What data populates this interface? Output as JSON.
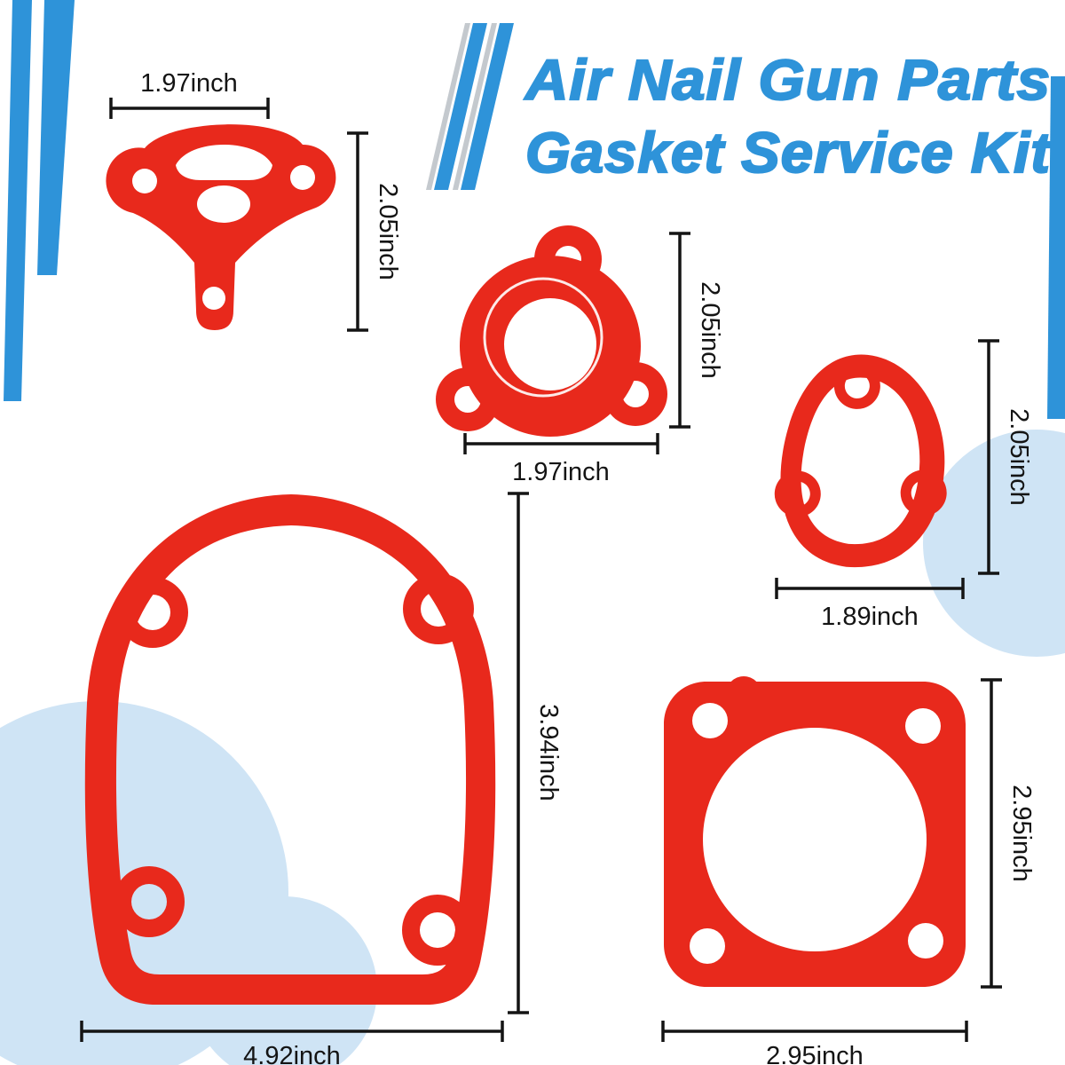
{
  "title": {
    "line1": "Air Nail Gun Parts",
    "line2": "Gasket Service Kit"
  },
  "colors": {
    "brand_blue": "#2E93D9",
    "stripe_shadow": "#C4C9CE",
    "gasket_red": "#E8291C",
    "light_blue": "#CFE4F5",
    "dimension_black": "#141414"
  },
  "gaskets": [
    {
      "width_label": "1.97inch",
      "height_label": "2.05inch"
    },
    {
      "width_label": "1.97inch",
      "height_label": "2.05inch"
    },
    {
      "width_label": "1.89inch",
      "height_label": "2.05inch"
    },
    {
      "width_label": "4.92inch",
      "height_label": "3.94inch"
    },
    {
      "width_label": "2.95inch",
      "height_label": "2.95inch"
    }
  ]
}
